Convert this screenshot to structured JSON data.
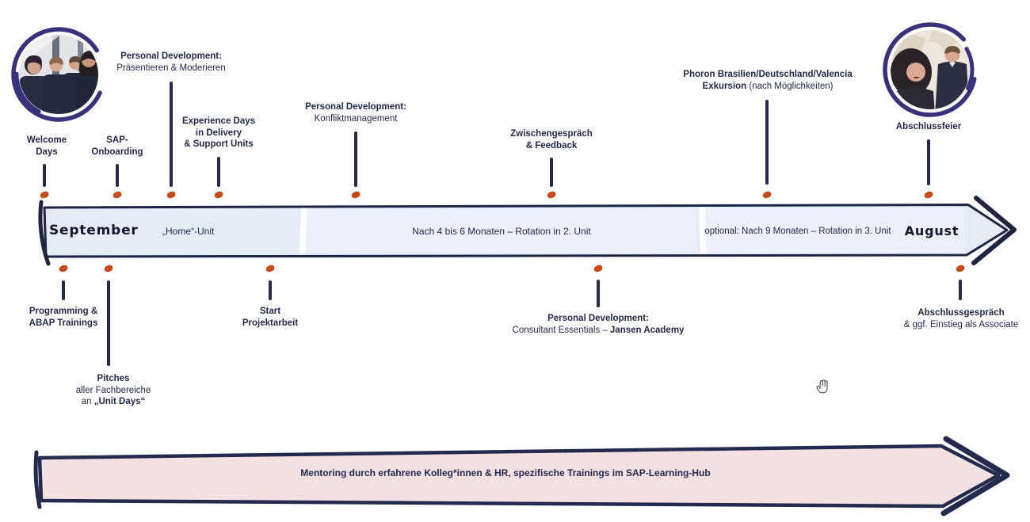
{
  "colors": {
    "navy": "#232a4d",
    "band_blue": "#e4ecf8",
    "band_pink": "#f3e1e2",
    "dot_orange": "#c64b17",
    "circle_indigo": "#37327b"
  },
  "band_main": {
    "start_month": "September",
    "segment1": "„Home“-Unit",
    "segment2": "Nach 4 bis 6 Monaten – Rotation in 2. Unit",
    "segment3": "optional: Nach 9 Monaten – Rotation in 3. Unit",
    "end_month": "August"
  },
  "band_mentoring": {
    "label": "Mentoring durch erfahrene Kolleg*innen & HR, spezifische Trainings im SAP-Learning-Hub"
  },
  "above": {
    "welcome": {
      "l1": "Welcome",
      "l2": "Days"
    },
    "sap": {
      "l1": "SAP-",
      "l2": "Onboarding"
    },
    "pd1": {
      "l1": "Personal Development:",
      "l2": "Präsentieren & Moderieren"
    },
    "exp": {
      "l1": "Experience Days",
      "l2": "in Delivery",
      "l3": "& Support Units"
    },
    "pd2": {
      "l1": "Personal Development:",
      "l2": "Konfliktmanagement"
    },
    "zwischen": {
      "l1": "Zwischengespräch",
      "l2": "& Feedback"
    },
    "phoron": {
      "l1": "Phoron Brasilien/Deutschland/Valencia",
      "l2_bold": "Exkursion",
      "l2_rest": " (nach Möglichkeiten)"
    },
    "feier": {
      "l1": "Abschlussfeier"
    }
  },
  "below": {
    "programming": {
      "l1": "Programming &",
      "l2": "ABAP Trainings"
    },
    "pitches": {
      "l1": "Pitches",
      "l2": "aller Fachbereiche",
      "l3_prefix": "an ",
      "l3_bold": "„Unit Days“"
    },
    "start": {
      "l1": "Start",
      "l2": "Projektarbeit"
    },
    "pd3": {
      "l1": "Personal Development:",
      "l2_prefix": "Consultant Essentials – ",
      "l2_bold": "Jansen Academy"
    },
    "abschluss": {
      "l1": "Abschlussgespräch",
      "l2": "& ggf. Einstieg als Associate"
    }
  }
}
